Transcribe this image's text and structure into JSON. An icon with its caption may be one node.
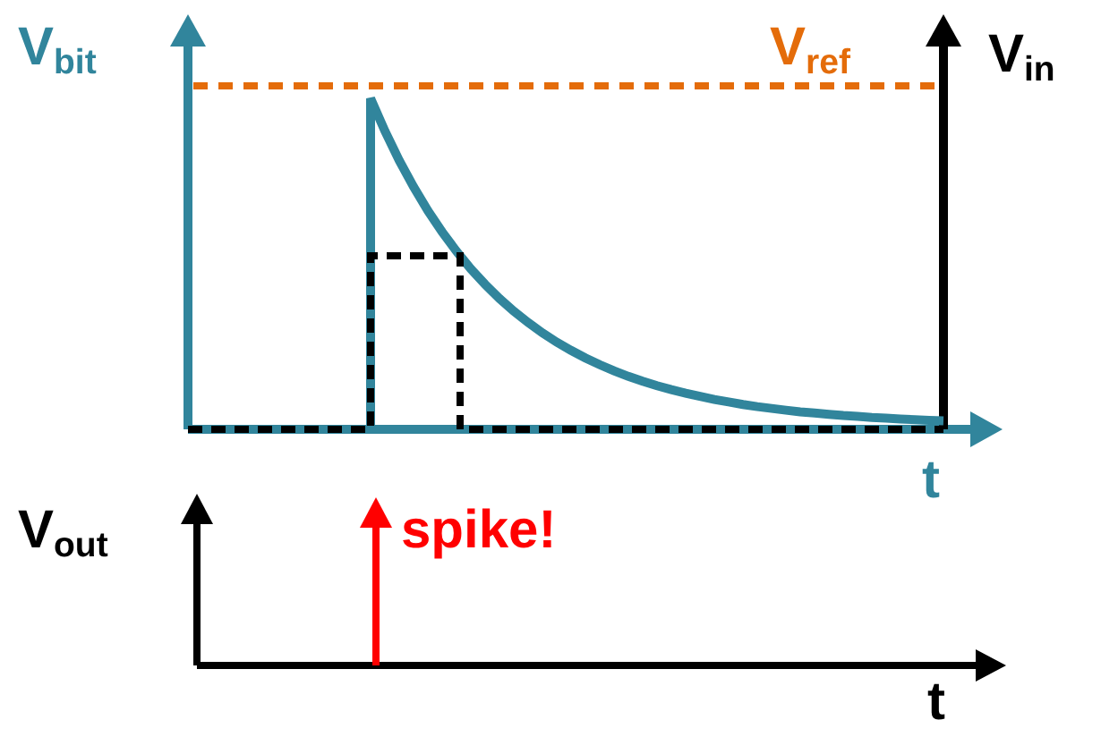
{
  "diagram": {
    "labels": [
      "V$_{bit}$",
      "V$_{ref}$",
      "V$_{in}$",
      "t",
      "V$_{out}$",
      "spike!",
      "t"
    ]
  }
}
